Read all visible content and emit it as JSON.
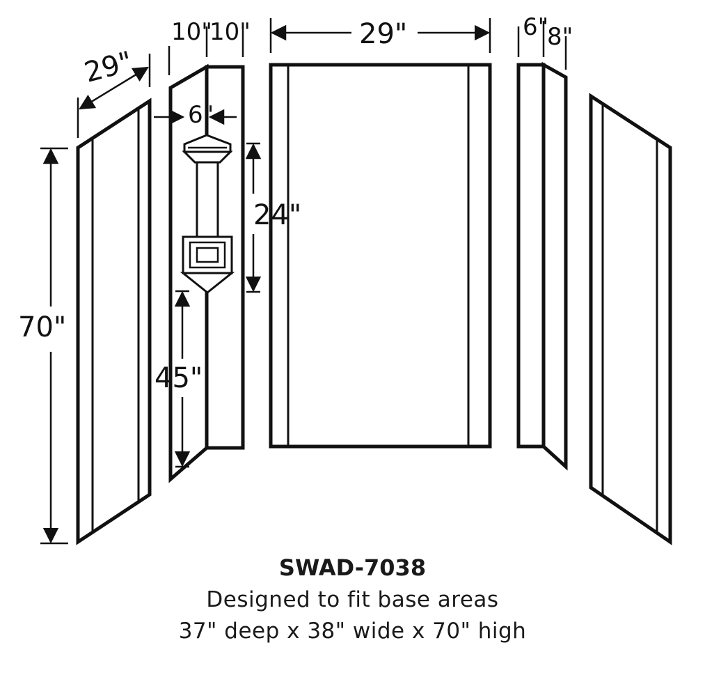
{
  "diagram": {
    "dimensions": {
      "left_panel_depth": "29\"",
      "height": "70\"",
      "left_corner_a": "10\"",
      "left_corner_b": "10\"",
      "shelf_width": "6\"",
      "shelf_height": "24\"",
      "shelf_from_floor": "45\"",
      "back_width": "29\"",
      "right_corner_a": "6\"",
      "right_corner_b": "8\""
    }
  },
  "caption": {
    "model": "SWAD-7038",
    "line1": "Designed to fit base areas",
    "line2": "37\" deep x 38\" wide x 70\" high"
  }
}
